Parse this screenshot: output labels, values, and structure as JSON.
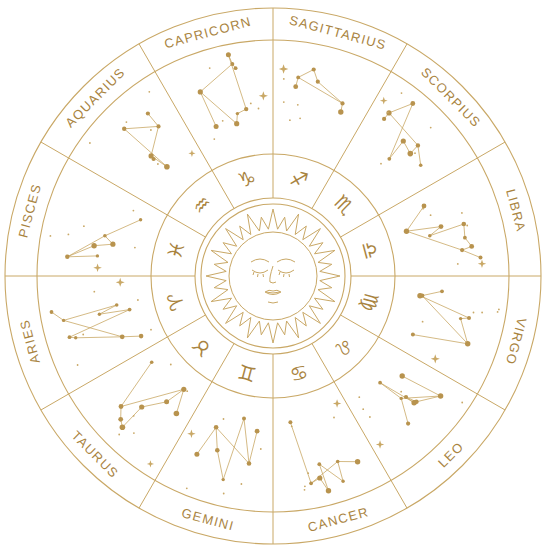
{
  "diagram": {
    "labels": [
      "CAPRICORN",
      "SAGITTARIUS",
      "SCORPIUS",
      "LIBRA",
      "VIRGO",
      "LEO",
      "CANCER",
      "GEMINI",
      "TAURUS",
      "ARIES",
      "PISCES",
      "AQUARIUS",
      "♑",
      "♐",
      "♏",
      "♎",
      "♍",
      "♌",
      "♋",
      "♊",
      "♉",
      "♈",
      "♓",
      "♒"
    ]
  }
}
